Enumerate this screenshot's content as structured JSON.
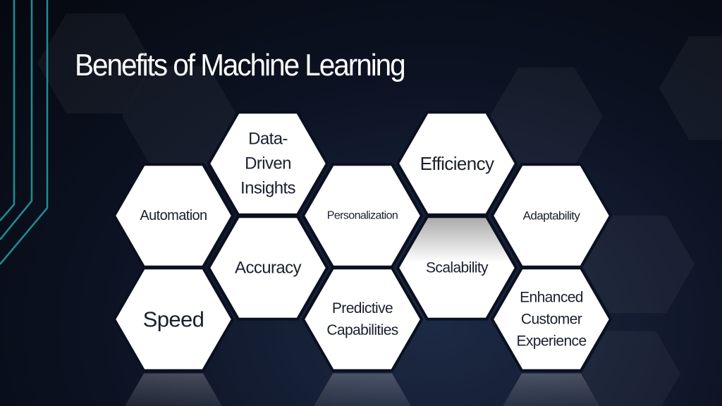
{
  "title": "Benefits of Machine Learning",
  "colors": {
    "background": "#0c1222",
    "accent_lines": "#1f8d94",
    "hex_fill": "#ffffff",
    "hex_text": "#1a1f2e"
  },
  "hexagons": [
    {
      "id": "automation",
      "lines": [
        "Automation"
      ]
    },
    {
      "id": "speed",
      "lines": [
        "Speed"
      ]
    },
    {
      "id": "data-driven-insights",
      "lines": [
        "Data-",
        "Driven",
        "Insights"
      ]
    },
    {
      "id": "accuracy",
      "lines": [
        "Accuracy"
      ]
    },
    {
      "id": "personalization",
      "lines": [
        "Personalization"
      ]
    },
    {
      "id": "predictive-capabilities",
      "lines": [
        "Predictive",
        "Capabilities"
      ]
    },
    {
      "id": "efficiency",
      "lines": [
        "Efficiency"
      ]
    },
    {
      "id": "scalability",
      "lines": [
        "Scalability"
      ]
    },
    {
      "id": "adaptability",
      "lines": [
        "Adaptability"
      ]
    },
    {
      "id": "enhanced-customer-experience",
      "lines": [
        "Enhanced",
        "Customer",
        "Experience"
      ]
    }
  ]
}
